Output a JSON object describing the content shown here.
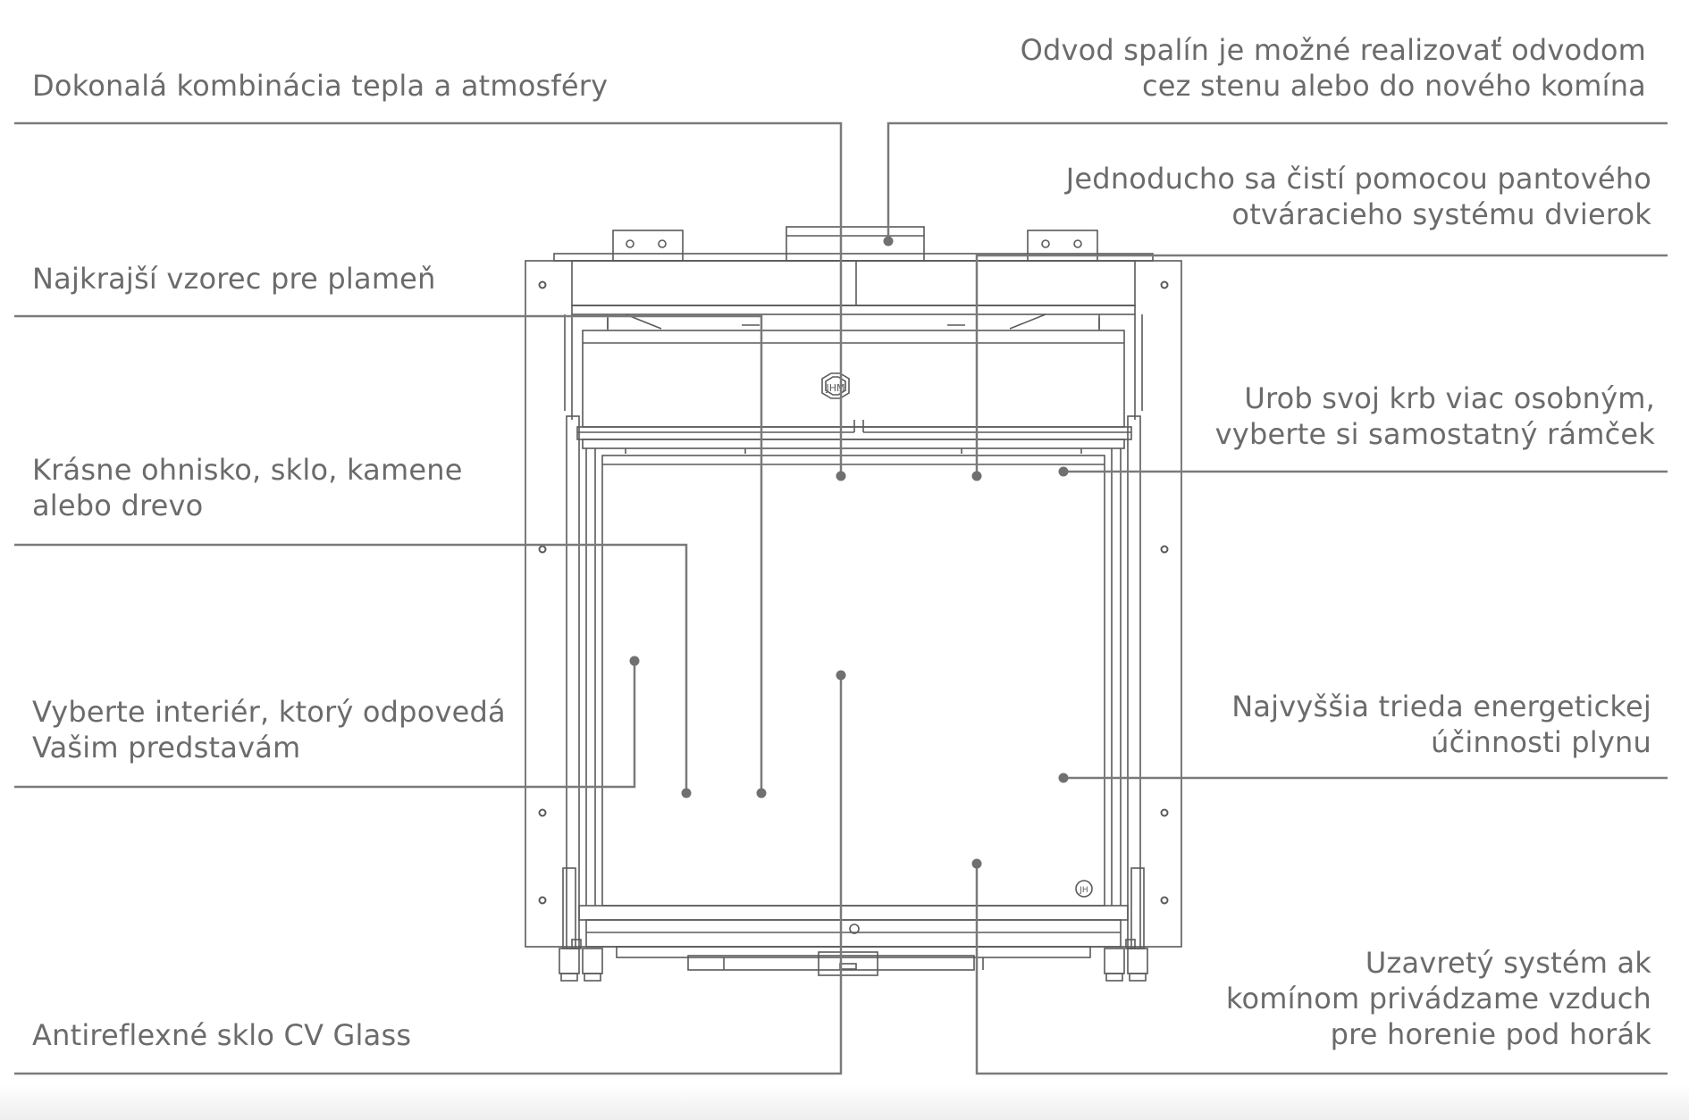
{
  "colors": {
    "leader_line": "#7a7a7a",
    "dot": "#707070",
    "drawing_stroke": "#5a5a5a",
    "label_text": "#6b6b6b",
    "background": "#ffffff"
  },
  "icons": [
    "logo-emblem-icon"
  ],
  "labels": {
    "kombinacia": [
      "Dokonalá kombinácia tepla a atmosféry"
    ],
    "odvod": [
      "Odvod spalín je možné realizovať odvodom",
      "cez stenu alebo do nového komína"
    ],
    "cisti": [
      "Jednoducho sa čistí pomocou pantového",
      "otváracieho systému dvierok"
    ],
    "plamen": [
      "Najkrajší vzorec pre plameň"
    ],
    "osobny": [
      "Urob svoj krb viac osobným,",
      "vyberte si samostatný rámček"
    ],
    "ohnisko": [
      "Krásne ohnisko, sklo, kamene",
      "alebo drevo"
    ],
    "interier": [
      "Vyberte interiér, ktorý odpovedá",
      "Vašim predstavám"
    ],
    "energia": [
      "Najvyššia trieda energetickej",
      "účinnosti plynu"
    ],
    "glass": [
      "Antireflexné sklo CV Glass"
    ],
    "uzavrety": [
      "Uzavretý systém ak",
      "komínom privádzame vzduch",
      "pre horenie pod horák"
    ]
  }
}
